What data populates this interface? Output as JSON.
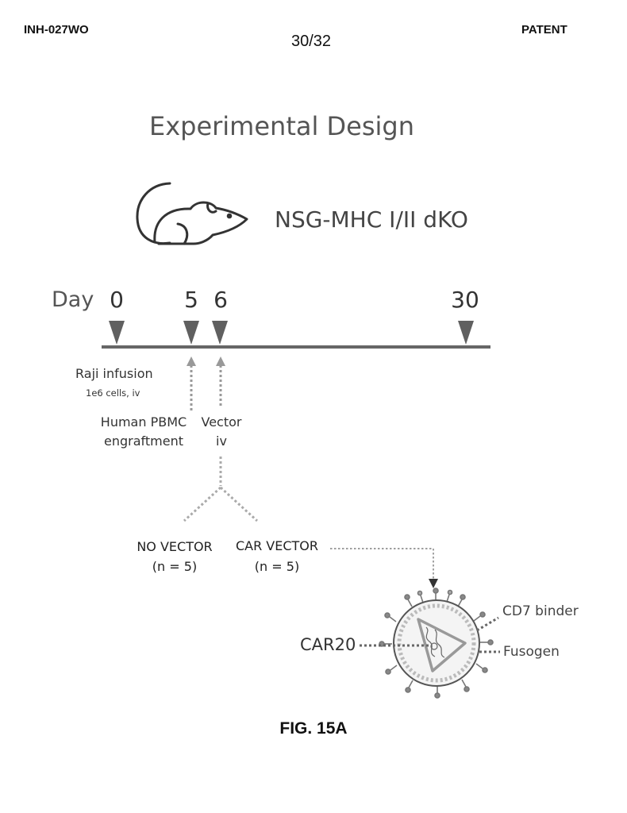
{
  "header": {
    "left": "INH-027WO",
    "right": "PATENT",
    "page": "30/32"
  },
  "diagram": {
    "title": "Experimental Design",
    "model_label": "NSG-MHC I/II dKO",
    "day_label": "Day",
    "days": [
      "0",
      "5",
      "6",
      "30"
    ],
    "raji": {
      "label": "Raji infusion",
      "detail": "1e6 cells, iv"
    },
    "pbmc": {
      "line1": "Human PBMC",
      "line2": "engraftment"
    },
    "vector": {
      "line1": "Vector",
      "line2": "iv"
    },
    "groups": [
      {
        "name": "NO VECTOR",
        "n": "(n = 5)"
      },
      {
        "name": "CAR VECTOR",
        "n": "(n = 5)"
      }
    ],
    "particle": {
      "cargo": "CAR20",
      "binder": "CD7 binder",
      "fusogen": "Fusogen"
    }
  },
  "figure_label": "FIG. 15A"
}
